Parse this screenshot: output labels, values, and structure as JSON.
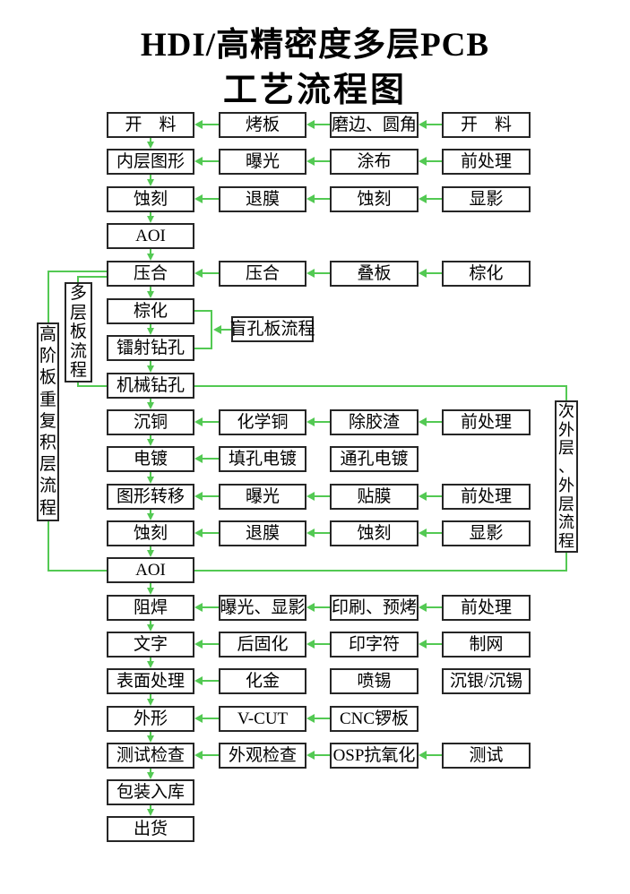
{
  "title": {
    "line1": "HDI/高精密度多层PCB",
    "line2": "工艺流程图"
  },
  "colors": {
    "arrow_green": "#53c953",
    "box_border": "#262626",
    "text": "#000000",
    "background": "#ffffff"
  },
  "flow": {
    "rows": [
      {
        "cells": [
          "开　料",
          "烤板",
          "磨边、圆角",
          "开　料"
        ]
      },
      {
        "cells": [
          "内层图形",
          "曝光",
          "涂布",
          "前处理"
        ]
      },
      {
        "cells": [
          "蚀刻",
          "退膜",
          "蚀刻",
          "显影"
        ]
      },
      {
        "cells": [
          "AOI"
        ]
      },
      {
        "cells": [
          "压合",
          "压合",
          "叠板",
          "棕化"
        ]
      },
      {
        "cells": [
          "棕化"
        ]
      },
      {
        "cells": [
          "镭射钻孔"
        ]
      },
      {
        "cells": [
          "机械钻孔"
        ]
      },
      {
        "cells": [
          "沉铜",
          "化学铜",
          "除胶渣",
          "前处理"
        ]
      },
      {
        "cells": [
          "电镀",
          "填孔电镀",
          "通孔电镀"
        ]
      },
      {
        "cells": [
          "图形转移",
          "曝光",
          "贴膜",
          "前处理"
        ]
      },
      {
        "cells": [
          "蚀刻",
          "退膜",
          "蚀刻",
          "显影"
        ]
      },
      {
        "cells": [
          "AOI"
        ]
      },
      {
        "cells": [
          "阻焊",
          "曝光、显影",
          "印刷、预烤",
          "前处理"
        ]
      },
      {
        "cells": [
          "文字",
          "后固化",
          "印字符",
          "制网"
        ]
      },
      {
        "cells": [
          "表面处理",
          "化金",
          "喷锡",
          "沉银/沉锡"
        ]
      },
      {
        "cells": [
          "外形",
          "V-CUT",
          "CNC锣板"
        ]
      },
      {
        "cells": [
          "测试检查",
          "外观检查",
          "OSP抗氧化",
          "测试"
        ]
      },
      {
        "cells": [
          "包装入库"
        ]
      },
      {
        "cells": [
          "出货"
        ]
      }
    ],
    "annotations": {
      "blind_via": "盲孔板流程",
      "multilayer": "多层板流程",
      "high_order": "高阶板重复积层流程",
      "outer_layer": "次外层、外层流程"
    }
  }
}
